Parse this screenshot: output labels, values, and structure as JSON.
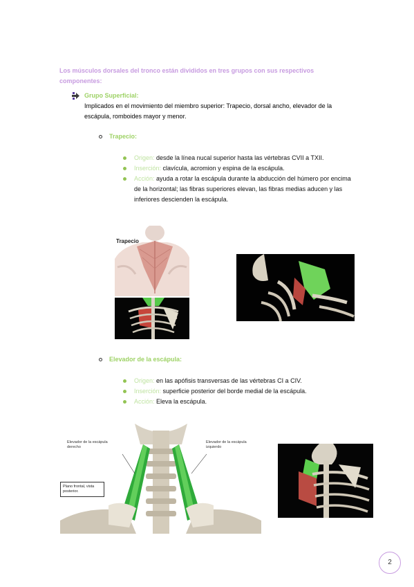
{
  "intro": "Los músculos dorsales del tronco están divididos en tres grupos con sus respectivos componentes:",
  "group": {
    "title": "Grupo Superficial:",
    "description": "Implicados en el movimiento del miembro superior: Trapecio, dorsal ancho, elevador de la escápula, romboides mayor y menor."
  },
  "trapecio": {
    "title": "Trapecio:",
    "items": [
      {
        "label": "Origen:",
        "text": "desde la línea nucal superior hasta las vértebras CVII a TXII."
      },
      {
        "label": "Inserción:",
        "text": "clavícula, acromion y espina de la escápula."
      },
      {
        "label": "Acción:",
        "text": "ayuda a rotar la escápula durante la abducción del húmero por encima de la horizontal; las fibras superiores elevan, las fibras medias aducen y las inferiores descienden la escápula."
      }
    ],
    "figure_label": "Trapecio"
  },
  "elevador": {
    "title": "Elevador de la escápula:",
    "items": [
      {
        "label": "Origen:",
        "text": "en las apófisis transversas de las vértebras CI a CIV."
      },
      {
        "label": "Inserción:",
        "text": "superficie posterior del borde medial de la escápula."
      },
      {
        "label": "Acción:",
        "text": "Eleva la escápula."
      }
    ],
    "figure": {
      "label_right": "Elevador de la escápula derecho",
      "label_left": "Elevador de la escápula izquierdo",
      "plane": "Plano frontal, vista posterior."
    }
  },
  "page_number": "2"
}
